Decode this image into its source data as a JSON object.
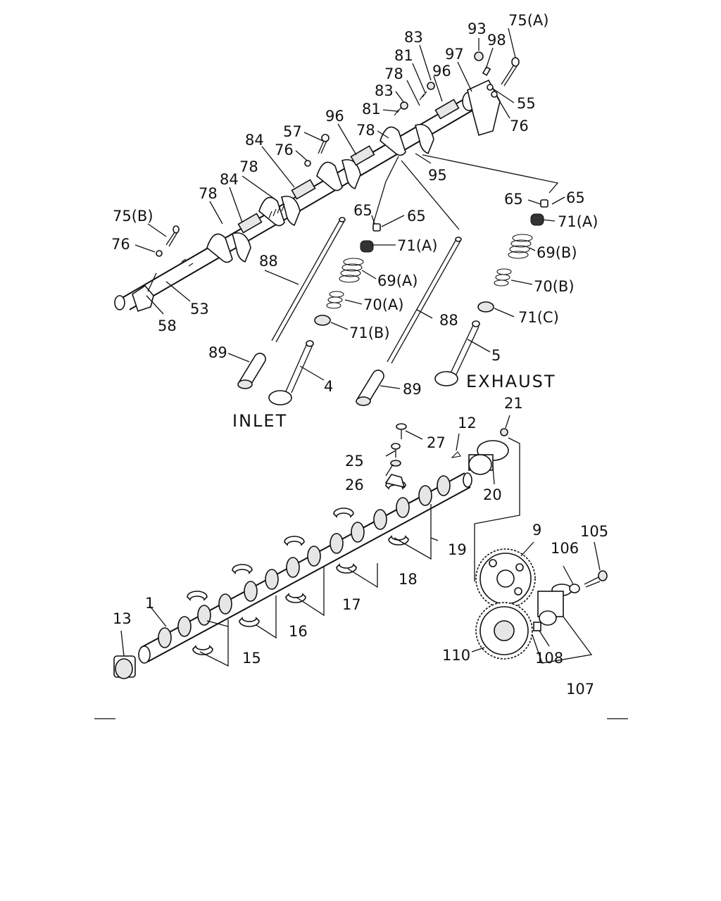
{
  "captions": {
    "inlet": "INLET",
    "exhaust": "EXHAUST"
  },
  "callouts": {
    "c1": "1",
    "c4": "4",
    "c5": "5",
    "c9": "9",
    "c12": "12",
    "c13": "13",
    "c15": "15",
    "c16": "16",
    "c17": "17",
    "c18": "18",
    "c19": "19",
    "c20": "20",
    "c21": "21",
    "c25": "25",
    "c26": "26",
    "c27": "27",
    "c53": "53",
    "c55": "55",
    "c57": "57",
    "c58": "58",
    "c65a": "65",
    "c65b": "65",
    "c65c": "65",
    "c65d": "65",
    "c69a": "69(A)",
    "c69b": "69(B)",
    "c70a": "70(A)",
    "c70b": "70(B)",
    "c71a1": "71(A)",
    "c71a2": "71(A)",
    "c71b": "71(B)",
    "c71c": "71(C)",
    "c75a": "75(A)",
    "c75b": "75(B)",
    "c76a": "76",
    "c76b": "76",
    "c76c": "76",
    "c78a": "78",
    "c78b": "78",
    "c78c": "78",
    "c78d": "78",
    "c81a": "81",
    "c81b": "81",
    "c83a": "83",
    "c83b": "83",
    "c84a": "84",
    "c84b": "84",
    "c88a": "88",
    "c88b": "88",
    "c89a": "89",
    "c89b": "89",
    "c93": "93",
    "c95": "95",
    "c96a": "96",
    "c96b": "96",
    "c97": "97",
    "c98": "98",
    "c105": "105",
    "c106": "106",
    "c107": "107",
    "c108": "108",
    "c110": "110"
  }
}
